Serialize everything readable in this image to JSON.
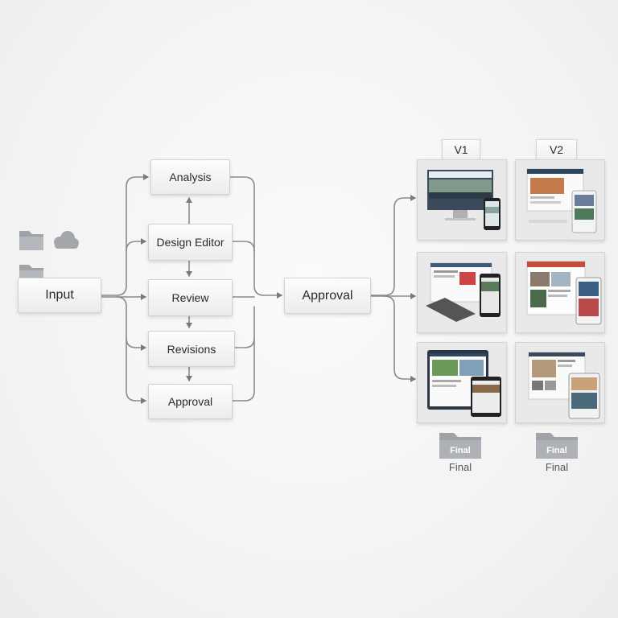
{
  "input": {
    "label": "Input"
  },
  "steps": {
    "analysis": "Analysis",
    "design_editor": "Design Editor",
    "review": "Review",
    "revisions": "Revisions",
    "approval": "Approval"
  },
  "approval_main": {
    "label": "Approval"
  },
  "versions": [
    {
      "label": "V1",
      "folder_tag": "Final",
      "folder_label": "Final"
    },
    {
      "label": "V2",
      "folder_tag": "Final",
      "folder_label": "Final"
    }
  ],
  "icons": {
    "source": [
      "folder-icon",
      "cloud-icon",
      "folder-icon"
    ],
    "thumbnails": [
      "desktop-and-phone-mockup",
      "web-page-tablet-phone-mockup",
      "laptop-and-phone-mockup",
      "magazine-layout-phone-mockup",
      "tablet-and-phone-mockup",
      "web-page-phone-mockup"
    ]
  },
  "colors": {
    "arrow": "#7a7a7a",
    "folder": "#9ea3a8",
    "box_border": "#d2d2d2"
  }
}
